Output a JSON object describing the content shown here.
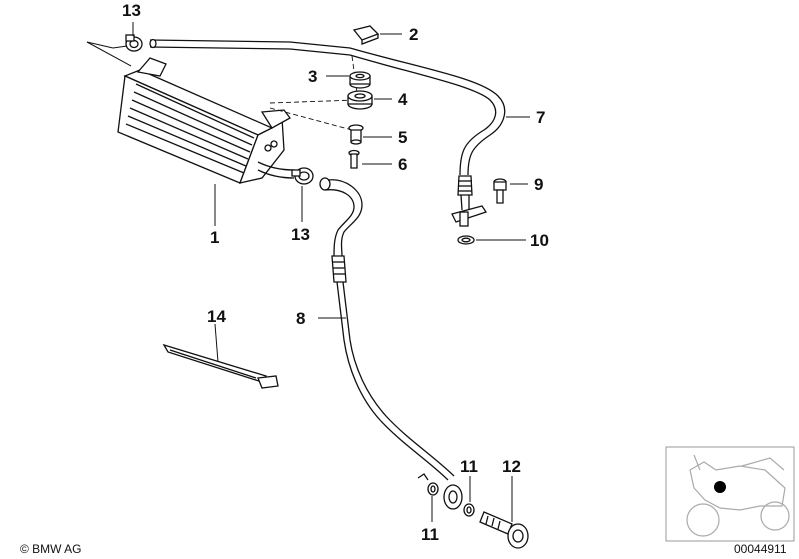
{
  "callouts": [
    {
      "id": "c13a",
      "text": "13"
    },
    {
      "id": "c2",
      "text": "2"
    },
    {
      "id": "c3",
      "text": "3"
    },
    {
      "id": "c4",
      "text": "4"
    },
    {
      "id": "c5",
      "text": "5"
    },
    {
      "id": "c6",
      "text": "6"
    },
    {
      "id": "c7",
      "text": "7"
    },
    {
      "id": "c9",
      "text": "9"
    },
    {
      "id": "c10",
      "text": "10"
    },
    {
      "id": "c1",
      "text": "1"
    },
    {
      "id": "c13b",
      "text": "13"
    },
    {
      "id": "c14",
      "text": "14"
    },
    {
      "id": "c8",
      "text": "8"
    },
    {
      "id": "c11a",
      "text": "11"
    },
    {
      "id": "c12",
      "text": "12"
    },
    {
      "id": "c11b",
      "text": "11"
    }
  ],
  "footer": {
    "copyright": "© BMW AG",
    "diagram_number": "00044911"
  }
}
